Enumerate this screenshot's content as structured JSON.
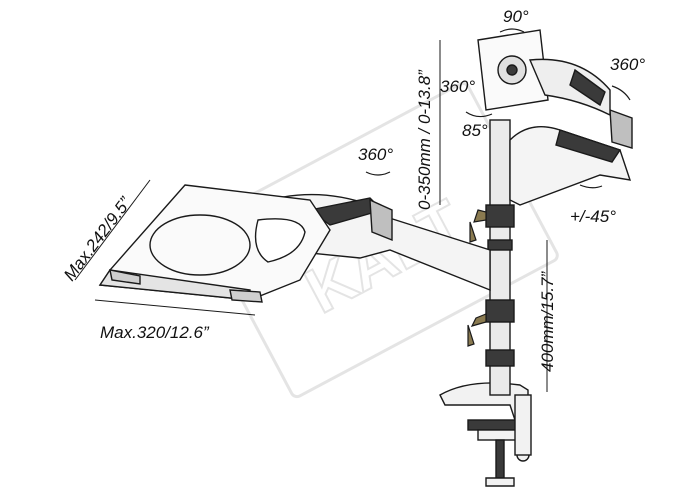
{
  "labels": {
    "rot_top": "90°",
    "rot_right": "360°",
    "rot_swivel": "360°",
    "tilt": "85°",
    "rot_pole": "360°",
    "vesa_range": "0-350mm / 0-13.8”",
    "tilt_range": "+/-45°",
    "pole_height": "400mm/15.7”",
    "tray_depth": "Max.242/9.5”",
    "tray_width": "Max.320/12.6”"
  },
  "watermark": {
    "text": "KALT",
    "color": "#d9d9d9"
  },
  "colors": {
    "line": "#1a1a1a",
    "metal": "#bfbfbf",
    "dark": "#3a3a3a"
  }
}
